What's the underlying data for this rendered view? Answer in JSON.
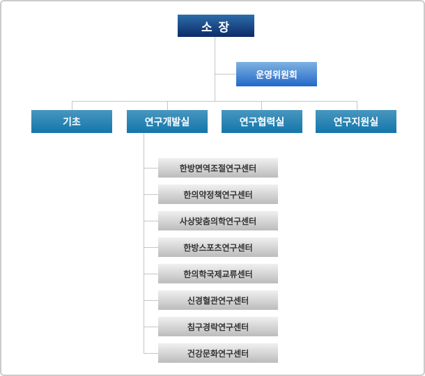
{
  "colors": {
    "canvas-border": "#cbcbcb",
    "line": "#c5c5c5",
    "director-top": "#2d6daa",
    "director-bottom": "#0d2b68",
    "committee-top": "#7fb2e1",
    "committee-bottom": "#2268c9",
    "dept-top": "#4897bf",
    "dept-bottom": "#1476ab",
    "center-top": "#f0f0f0",
    "center-bottom": "#bcbcbc",
    "center-text": "#333333"
  },
  "chart": {
    "director": "소 장",
    "committee": "운영위원회",
    "departments": [
      "기초",
      "연구개발실",
      "연구협력실",
      "연구지원실"
    ],
    "centers": [
      "한방면역조절연구센터",
      "한의약정책연구센터",
      "사상맞춤의학연구센터",
      "한방스포츠연구센터",
      "한의학국제교류센터",
      "신경혈관연구센터",
      "침구경락연구센터",
      "건강문화연구센터"
    ]
  }
}
